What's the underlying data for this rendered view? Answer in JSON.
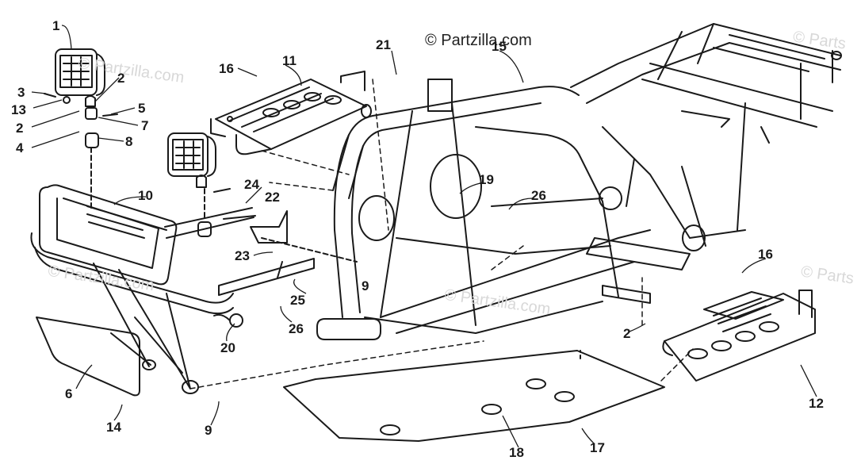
{
  "diagram": {
    "copyright": "© Partzilla.com",
    "watermarks": [
      "© Partzilla.com",
      "© Partzilla.com",
      "© Parts",
      "© Partzilla.com",
      "© Parts"
    ],
    "colors": {
      "line": "#1a1a1a",
      "watermark": "#d8d8d8",
      "background": "#ffffff"
    },
    "callouts": {
      "c1": "1",
      "c2a": "2",
      "c3": "3",
      "c13": "13",
      "c2b": "2",
      "c4": "4",
      "c5": "5",
      "c7": "7",
      "c8": "8",
      "c16a": "16",
      "c11": "11",
      "c21": "21",
      "c15": "15",
      "c10": "10",
      "c24": "24",
      "c22": "22",
      "c19": "19",
      "c26a": "26",
      "c23": "23",
      "c9a": "9",
      "c25": "25",
      "c26b": "26",
      "c20": "20",
      "c16b": "16",
      "c2c": "2",
      "c12": "12",
      "c6": "6",
      "c14": "14",
      "c9b": "9",
      "c18": "18",
      "c17": "17"
    }
  }
}
